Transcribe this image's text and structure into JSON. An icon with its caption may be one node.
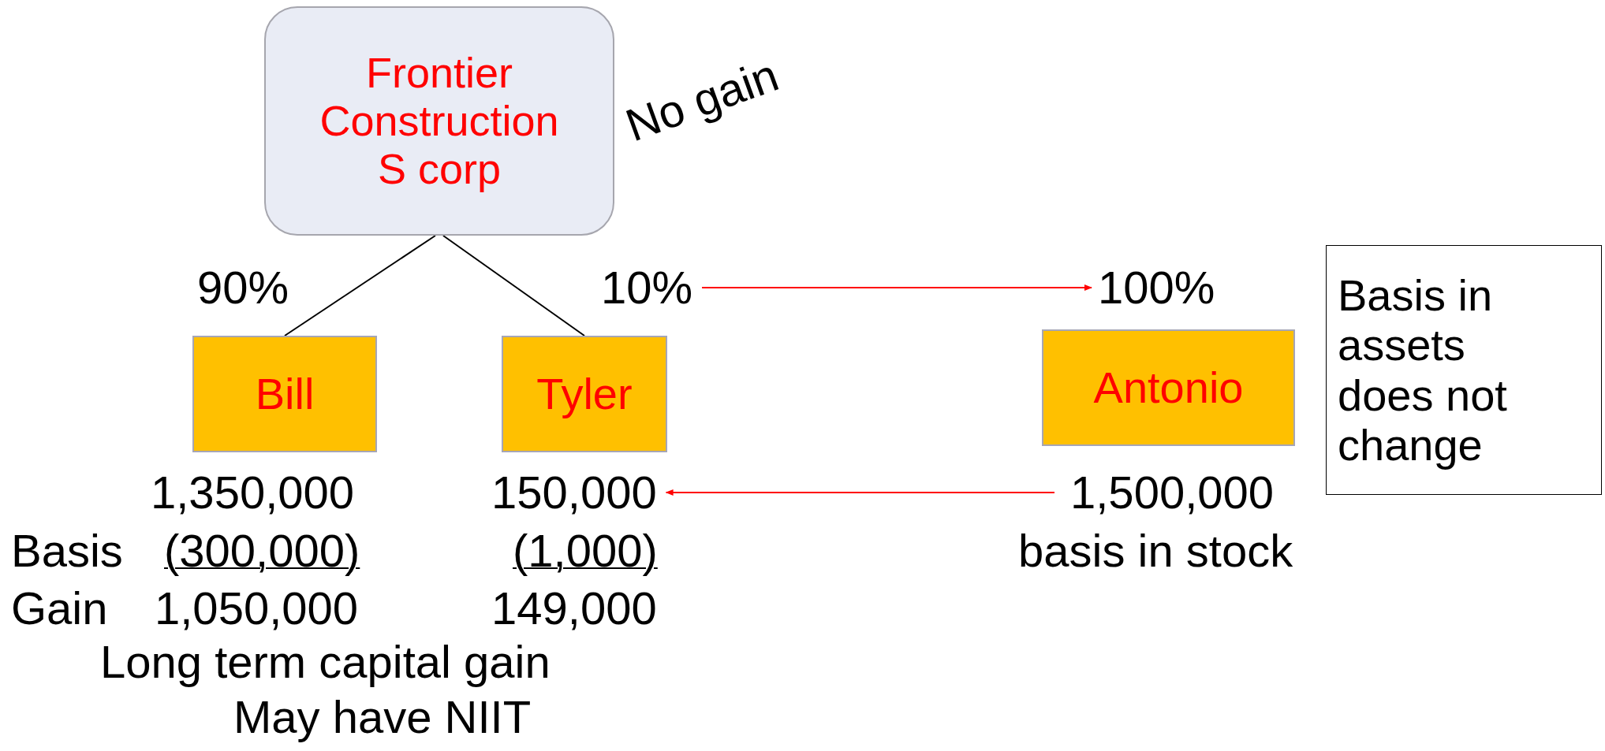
{
  "diagram": {
    "nodes": [
      {
        "text": [
          "Frontier Construction S corp"
        ],
        "beside": [
          "No gain"
        ]
      },
      {
        "text": [
          "Bill"
        ]
      },
      {
        "text": [
          "Tyler"
        ]
      },
      {
        "text": [
          "10%"
        ]
      },
      {
        "text": [
          "100%"
        ]
      },
      {
        "text": [
          "Antonio"
        ]
      },
      {
        "text": [
          "Basis in assets does not change"
        ]
      },
      {
        "text": [
          "150,000"
        ]
      },
      {
        "text": [
          "1,500,000"
        ]
      }
    ],
    "edges": [
      {
        "from": 0,
        "to": 1,
        "arrow": "none"
      },
      {
        "from": 0,
        "to": 2,
        "arrow": "none"
      },
      {
        "from": 3,
        "to": 4,
        "arrow": "to",
        "color": "#ff0000"
      },
      {
        "from": 8,
        "to": 7,
        "arrow": "to",
        "color": "#ff0000"
      }
    ],
    "labels": [
      "90%",
      "1,350,000",
      "Basis",
      "(300,000)",
      "(1,000)",
      "Gain",
      "1,050,000",
      "149,000",
      "basis in stock",
      "Long term capital gain",
      "May have NIIT"
    ]
  }
}
